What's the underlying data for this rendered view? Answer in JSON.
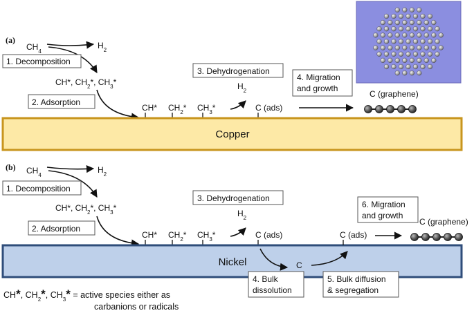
{
  "panel_a": {
    "tag": "(a)",
    "methane": "CH",
    "methane_sub": "4",
    "hydrogen": "H",
    "hydrogen_sub": "2",
    "step1": "1. Decomposition",
    "species_line": [
      "CH*, CH",
      "2",
      "*, CH",
      "3",
      "*"
    ],
    "step2": "2. Adsorption",
    "surface_species": [
      "CH*",
      "CH",
      "2",
      "*",
      "CH",
      "3",
      "*"
    ],
    "step3": "3. Dehydrogenation",
    "h2_label": "H",
    "h2_sub": "2",
    "c_ads": "C (ads)",
    "step4_line1": "4. Migration",
    "step4_line2": "and growth",
    "graphene": "C (graphene)",
    "metal": "Copper",
    "metal_color": "#fde9a6",
    "metal_border": "#c8951e",
    "inset_color": "#8c8ce0"
  },
  "panel_b": {
    "tag": "(b)",
    "methane": "CH",
    "methane_sub": "4",
    "hydrogen": "H",
    "hydrogen_sub": "2",
    "step1": "1. Decomposition",
    "species_line": [
      "CH*, CH",
      "2",
      "*, CH",
      "3",
      "*"
    ],
    "step2": "2. Adsorption",
    "surface_species": [
      "CH*",
      "CH",
      "2",
      "*",
      "CH",
      "3",
      "*"
    ],
    "step3": "3. Dehydrogenation",
    "h2_label": "H",
    "h2_sub": "2",
    "c_ads": "C (ads)",
    "c_bulk": "C",
    "c_ads_2": "C (ads)",
    "step4_line1": "4. Bulk",
    "step4_line2": "dissolution",
    "step5_line1": "5. Bulk diffusion",
    "step5_line2": "& segregation",
    "step6_line1": "6. Migration",
    "step6_line2": "and growth",
    "graphene": "C (graphene)",
    "metal": "Nickel",
    "metal_color": "#bed0ea",
    "metal_border": "#2f4d7a"
  },
  "footnote": {
    "species": [
      "CH",
      "*",
      ", CH",
      "2",
      "*",
      ", CH",
      "3",
      "*"
    ],
    "line1": " = active species either as",
    "line2": "carbanions or radicals"
  }
}
